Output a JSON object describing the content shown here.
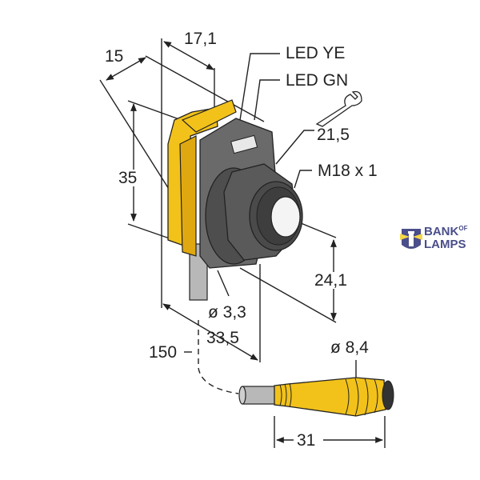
{
  "diagram": {
    "type": "dimensional-drawing",
    "subject": "photoelectric sensor with M18 threaded barrel and cable-connected M8 female connector",
    "colors": {
      "housing_yellow": "#f2c21b",
      "body_gray": "#5a5a5a",
      "cable_gray": "#b8b8b8",
      "line": "#222222",
      "logo_blue": "#4a4e8a",
      "logo_yellow": "#f5d84a"
    },
    "labels": {
      "dim_15": "15",
      "dim_17_1": "17,1",
      "led_ye": "LED YE",
      "led_gn": "LED GN",
      "wrench_size": "21,5",
      "thread": "M18 x 1",
      "dim_35": "35",
      "dim_24_1": "24,1",
      "cable_dia": "ø 3,3",
      "dim_33_5": "33,5",
      "cable_len": "150",
      "connector_dia": "ø 8,4",
      "connector_len": "31"
    },
    "icons": {
      "wrench": "wrench-icon"
    }
  },
  "watermark": {
    "line1": "BANK",
    "of": "OF",
    "line2": "LAMPS"
  }
}
